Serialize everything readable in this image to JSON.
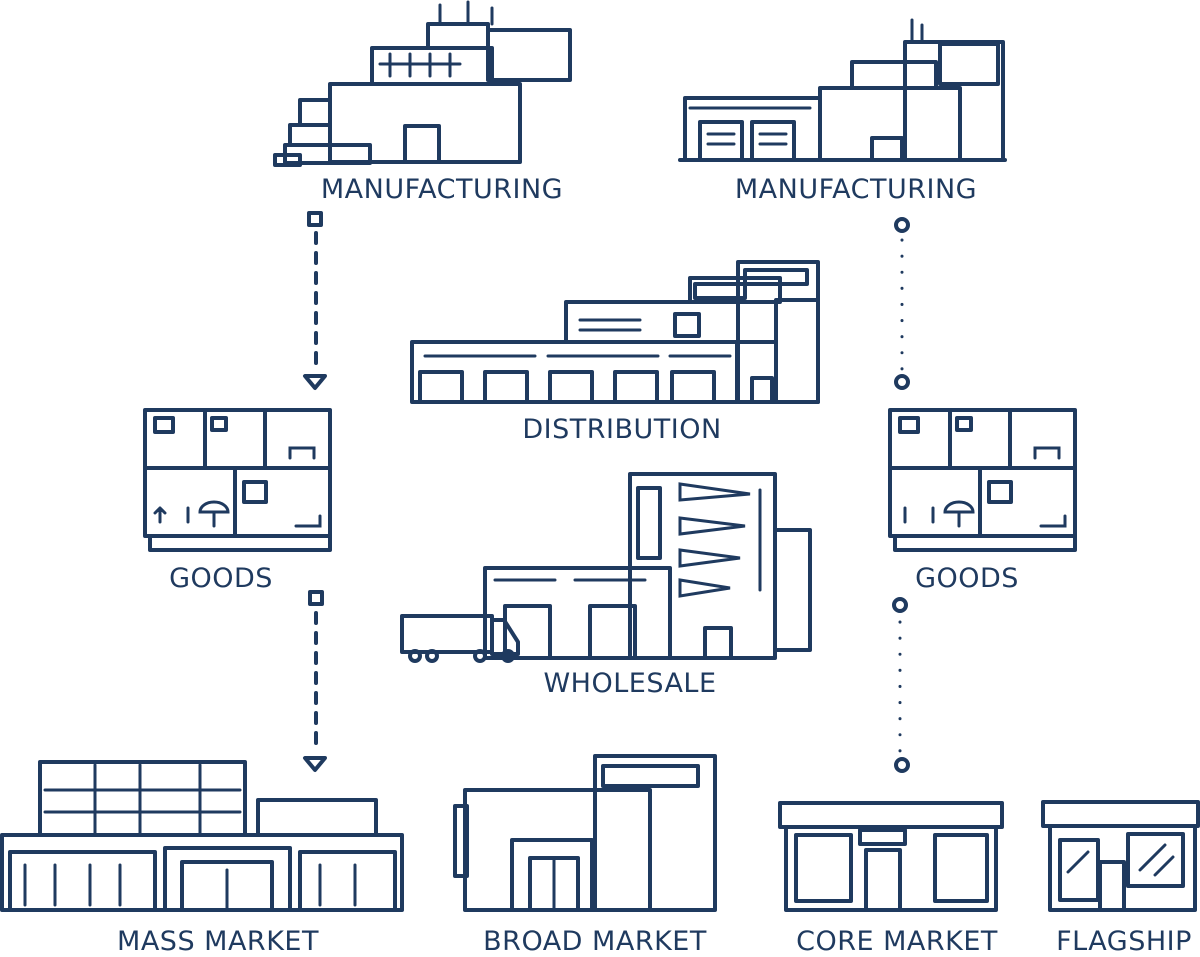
{
  "colors": {
    "ink": "#1f3a5f",
    "background": "#ffffff"
  },
  "nodes": {
    "manufacturing_left": "MANUFACTURING",
    "manufacturing_right": "MANUFACTURING",
    "distribution": "DISTRIBUTION",
    "goods_left": "GOODS",
    "goods_right": "GOODS",
    "wholesale": "WHOLESALE",
    "mass_market": "MASS MARKET",
    "broad_market": "BROAD MARKET",
    "core_market": "CORE MARKET",
    "flagship": "FLAGSHIP"
  },
  "connectors": [
    {
      "from": "manufacturing_left",
      "to": "goods_left",
      "style": "dashed"
    },
    {
      "from": "goods_left",
      "to": "mass_market",
      "style": "dashed"
    },
    {
      "from": "manufacturing_right",
      "to": "goods_right",
      "style": "dotted"
    },
    {
      "from": "goods_right",
      "to": "core_market",
      "style": "dotted"
    }
  ]
}
